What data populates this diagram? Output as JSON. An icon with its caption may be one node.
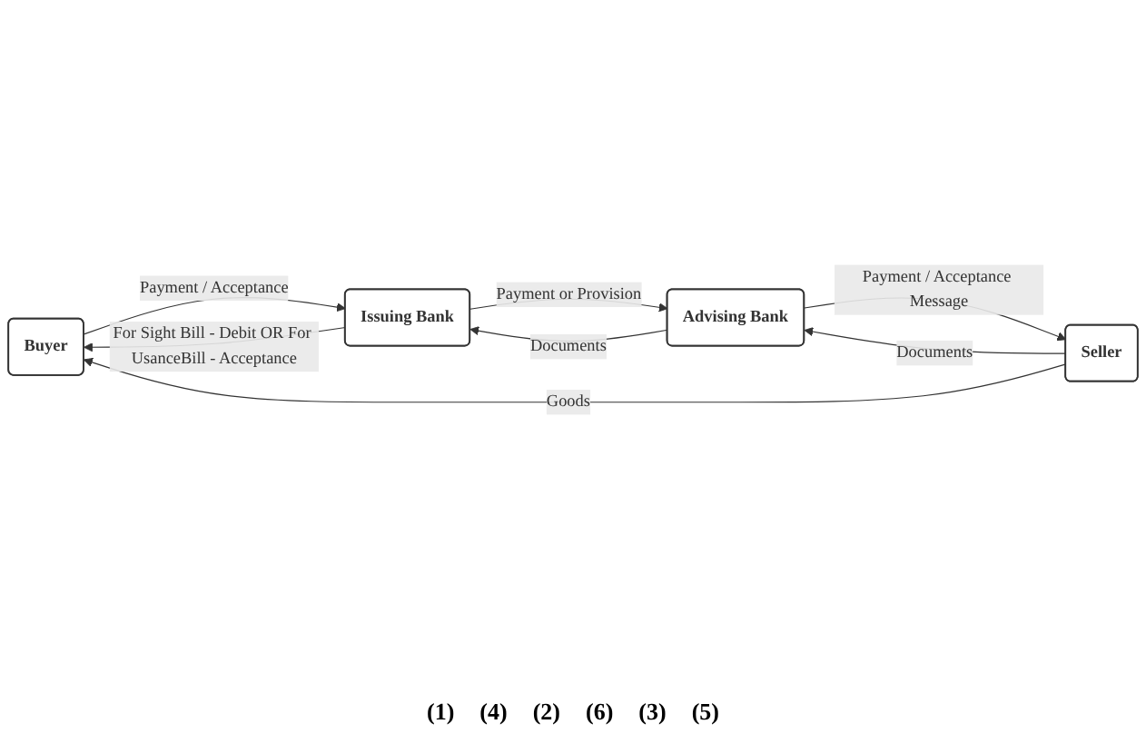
{
  "diagram": {
    "nodes": [
      {
        "text": [
          "Buyer"
        ]
      },
      {
        "text": [
          "Seller"
        ]
      },
      {
        "text": [
          "Issuing Bank"
        ]
      },
      {
        "text": [
          "Advising Bank"
        ]
      }
    ],
    "edges": [
      {
        "from": 1,
        "to": 0,
        "arrow": "to",
        "label": "Goods"
      },
      {
        "from": 2,
        "to": 0,
        "arrow": "to",
        "label": "For Sight Bill - Debit OR For UsanceBill - Acceptance"
      },
      {
        "from": 0,
        "to": 2,
        "arrow": "to",
        "label": "Payment / Acceptance"
      },
      {
        "from": 1,
        "to": 3,
        "arrow": "to",
        "label": "Documents"
      },
      {
        "from": 3,
        "to": 1,
        "arrow": "to",
        "label": "Payment / Acceptance Message"
      },
      {
        "from": 3,
        "to": 2,
        "arrow": "to",
        "label": "Documents"
      },
      {
        "from": 2,
        "to": 3,
        "arrow": "to",
        "label": "Payment or Provision"
      }
    ],
    "labels": [
      "(1)",
      "(4)",
      "(2)",
      "(6)",
      "(3)",
      "(5)"
    ]
  }
}
